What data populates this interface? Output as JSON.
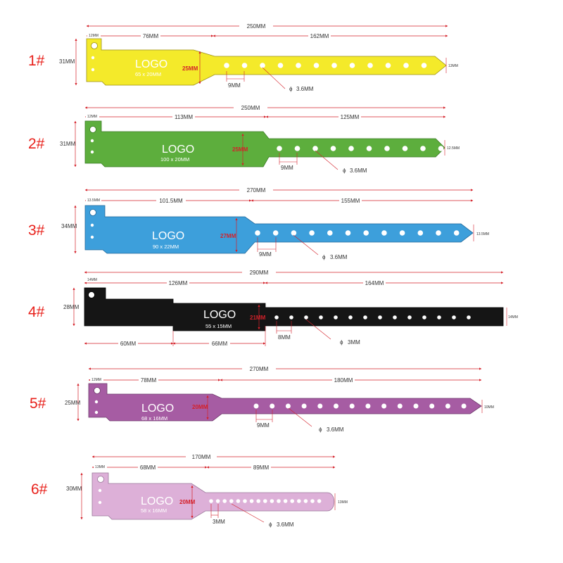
{
  "colors": {
    "dimension_line": "#d4212a",
    "label_text": "#333333",
    "number": "#e8211b",
    "hole": "#ffffff"
  },
  "bands": [
    {
      "number": "1#",
      "color": "#f4ea2a",
      "stroke": "#9a8f1a",
      "total": "250MM",
      "head_width": "12MM",
      "section_a": "76MM",
      "section_b": "162MM",
      "height": "31MM",
      "body_height": "25MM",
      "logo": "LOGO",
      "logo_size": "65 x 20MM",
      "spacing": "9MM",
      "hole": "3.6MM",
      "tip": "13MM",
      "holes": 12
    },
    {
      "number": "2#",
      "color": "#5dae3d",
      "stroke": "#3a7a24",
      "total": "250MM",
      "head_width": "12MM",
      "section_a": "113MM",
      "section_b": "125MM",
      "height": "31MM",
      "body_height": "25MM",
      "logo": "LOGO",
      "logo_size": "100 x 20MM",
      "spacing": "9MM",
      "hole": "3.6MM",
      "tip": "12.5MM",
      "holes": 10
    },
    {
      "number": "3#",
      "color": "#3d9fdb",
      "stroke": "#23689a",
      "total": "270MM",
      "head_width": "13.5MM",
      "section_a": "101.5MM",
      "section_b": "155MM",
      "height": "34MM",
      "body_height": "27MM",
      "logo": "LOGO",
      "logo_size": "90 x 22MM",
      "spacing": "9MM",
      "hole": "3.6MM",
      "tip": "13.5MM",
      "holes": 12
    },
    {
      "number": "4#",
      "color": "#151515",
      "stroke": "#000000",
      "total": "290MM",
      "head_width": "14MM",
      "section_a": "126MM",
      "section_b": "164MM",
      "height": "28MM",
      "body_height": "21MM",
      "logo": "LOGO",
      "logo_size": "55 x 15MM",
      "lower_a": "60MM",
      "lower_b": "66MM",
      "spacing": "8MM",
      "hole": "3MM",
      "tip": "14MM",
      "holes": 14
    },
    {
      "number": "5#",
      "color": "#a65ca3",
      "stroke": "#6e3a6c",
      "total": "270MM",
      "head_width": "12MM",
      "section_a": "78MM",
      "section_b": "180MM",
      "height": "25MM",
      "body_height": "20MM",
      "logo": "LOGO",
      "logo_size": "68 x 16MM",
      "spacing": "9MM",
      "hole": "3.6MM",
      "tip": "10MM",
      "holes": 14
    },
    {
      "number": "6#",
      "color": "#ddb0d8",
      "stroke": "#9a789a",
      "total": "170MM",
      "head_width": "13MM",
      "section_a": "68MM",
      "section_b": "89MM",
      "height": "30MM",
      "body_height": "20MM",
      "logo": "LOGO",
      "logo_size": "58 x 16MM",
      "spacing": "3MM",
      "hole": "3.6MM",
      "tip": "13MM",
      "holes": 17
    }
  ]
}
